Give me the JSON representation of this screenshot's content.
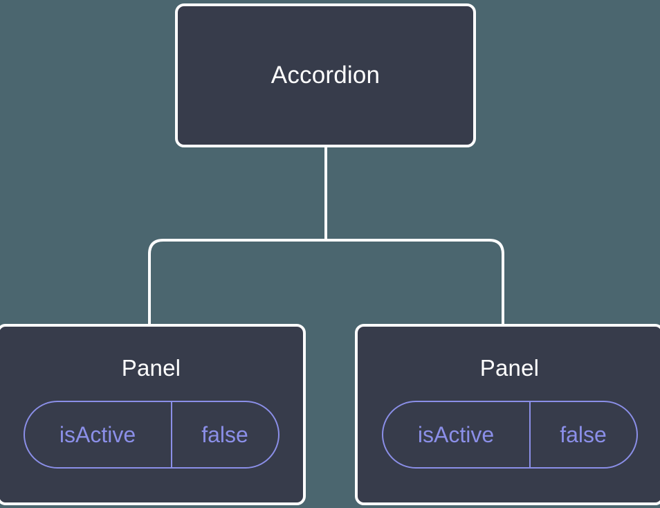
{
  "diagram": {
    "type": "component-tree",
    "background_color": "#4b666f",
    "node_fill_color": "#373c4b",
    "node_border_color": "#ffffff",
    "accent_color": "#8b8fe8",
    "edge_color": "#ffffff"
  },
  "root": {
    "label": "Accordion"
  },
  "children": [
    {
      "label": "Panel",
      "state": {
        "key": "isActive",
        "value": "false"
      }
    },
    {
      "label": "Panel",
      "state": {
        "key": "isActive",
        "value": "false"
      }
    }
  ],
  "edges": [
    {
      "from": "Accordion",
      "to": "Panel (left)"
    },
    {
      "from": "Accordion",
      "to": "Panel (right)"
    }
  ]
}
